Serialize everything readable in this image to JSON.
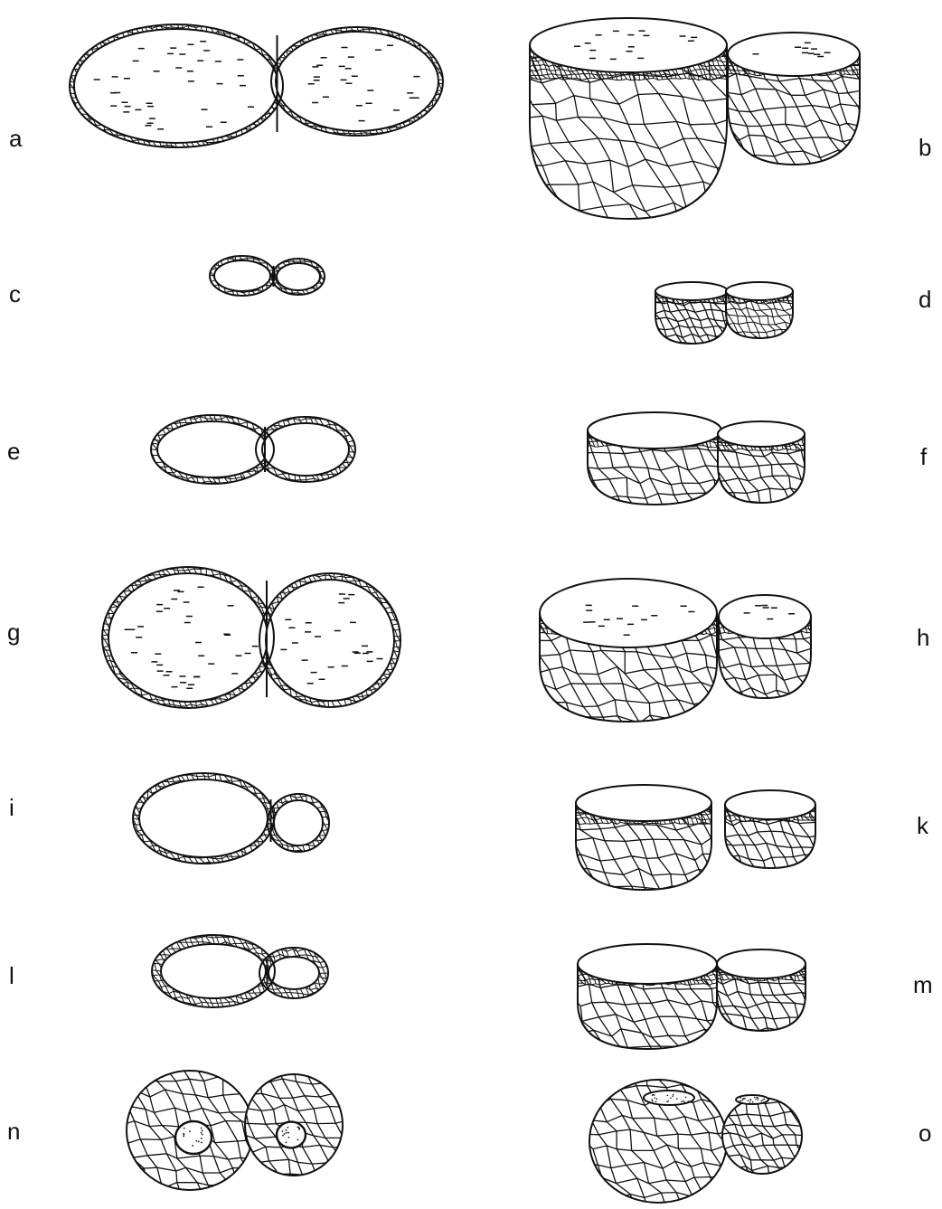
{
  "figure": {
    "labels": [
      "a",
      "b",
      "c",
      "d",
      "e",
      "f",
      "g",
      "h",
      "i",
      "k",
      "l",
      "m",
      "n",
      "o"
    ],
    "colors": {
      "ink": "#111111",
      "paper": "#ffffff"
    },
    "panels": [
      {
        "label": "a",
        "view": "top-ring-with-dashes"
      },
      {
        "label": "b",
        "view": "side-cellular-with-lid"
      },
      {
        "label": "c",
        "view": "top-ring"
      },
      {
        "label": "d",
        "view": "side-cellular-with-lid"
      },
      {
        "label": "e",
        "view": "top-ring"
      },
      {
        "label": "f",
        "view": "side-cellular-with-lid"
      },
      {
        "label": "g",
        "view": "top-ring-with-dashes"
      },
      {
        "label": "h",
        "view": "side-cellular-with-lid"
      },
      {
        "label": "i",
        "view": "top-ring"
      },
      {
        "label": "k",
        "view": "side-cellular-with-lid"
      },
      {
        "label": "l",
        "view": "top-ring"
      },
      {
        "label": "m",
        "view": "side-cellular-with-lid"
      },
      {
        "label": "n",
        "view": "cellular-sphere"
      },
      {
        "label": "o",
        "view": "cellular-sphere"
      }
    ]
  }
}
